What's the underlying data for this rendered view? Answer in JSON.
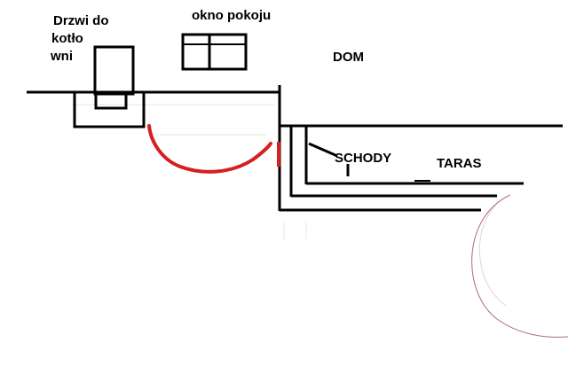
{
  "labels": {
    "door_line1": "Drzwi do",
    "door_line2": "kotło",
    "door_line3": "wni",
    "window": "okno pokoju",
    "house": "DOM",
    "stairs": "SCHODY",
    "terrace": "TARAS"
  },
  "colors": {
    "ink": "#000000",
    "door_swing": "#d42020",
    "faint_arc": "#8a2a4a",
    "background": "#ffffff"
  }
}
